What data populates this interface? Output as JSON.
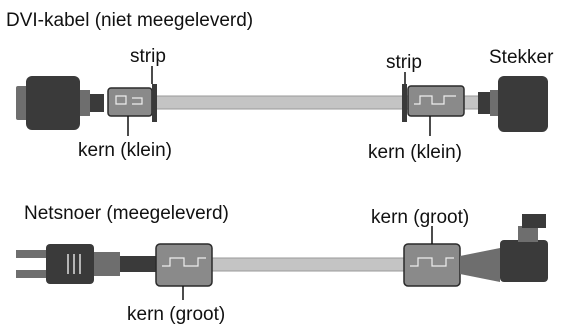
{
  "labels": {
    "dvi_title": "DVI-kabel (niet meegeleverd)",
    "strip_left": "strip",
    "strip_right": "strip",
    "plug": "Stekker",
    "core_small_left": "kern (klein)",
    "core_small_right": "kern (klein)",
    "power_title": "Netsnoer (meegeleverd)",
    "core_large_right": "kern (groot)",
    "core_large_left": "kern (groot)"
  }
}
